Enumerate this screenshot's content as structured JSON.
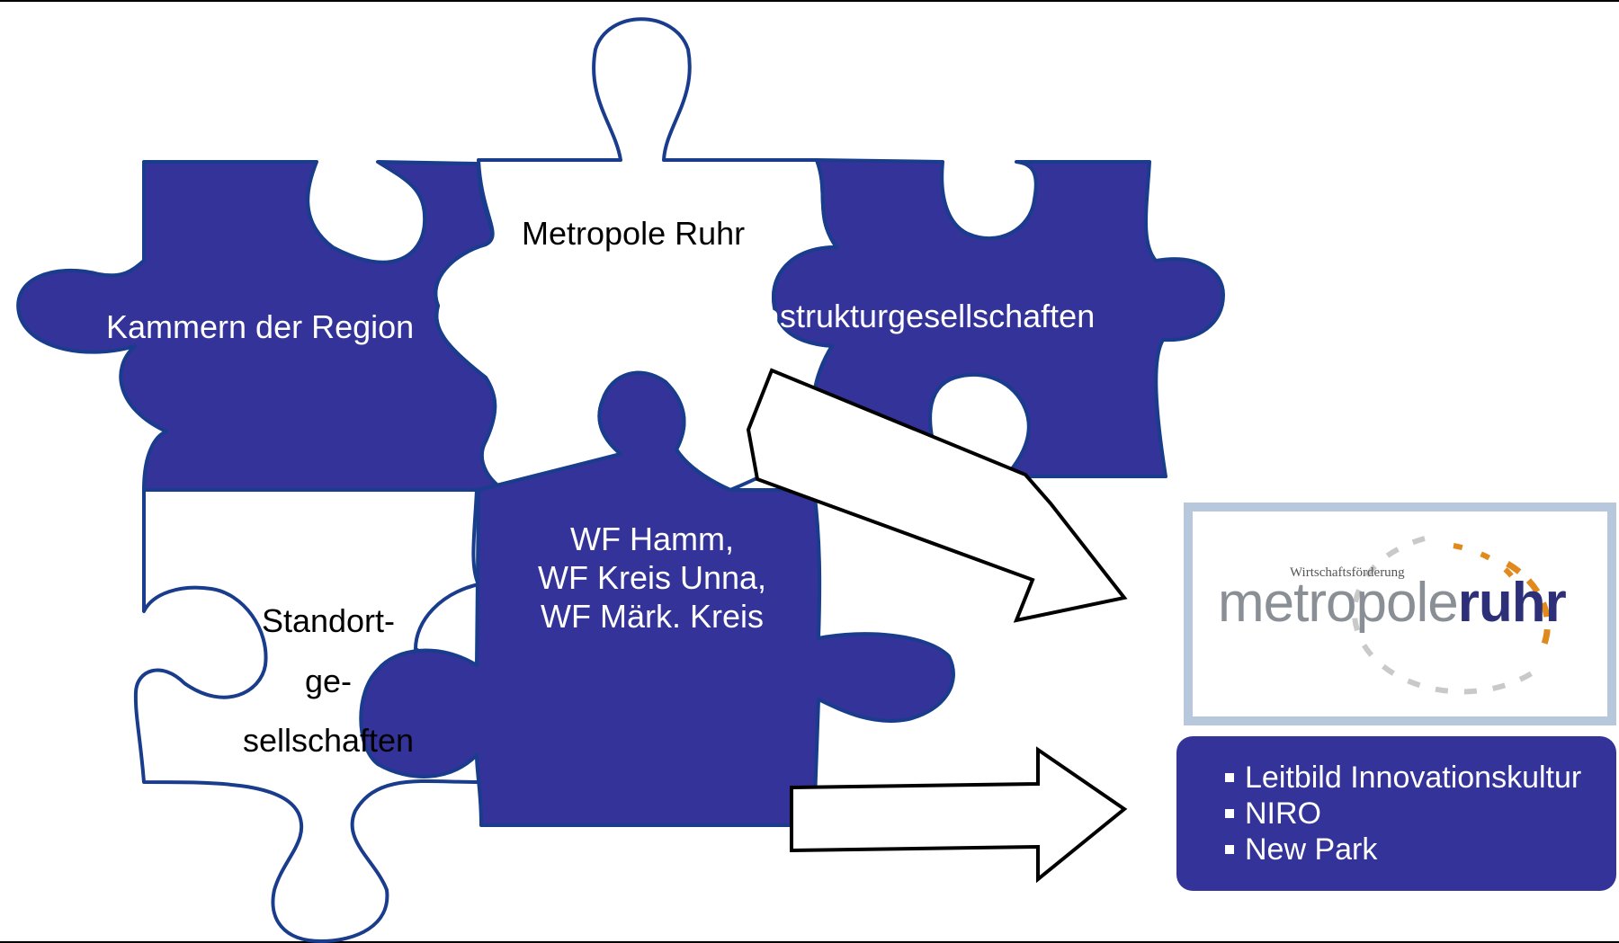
{
  "colors": {
    "piece_fill": "#333399",
    "piece_outline": "#1a3c8c",
    "logo_accent": "#e08a1e"
  },
  "pieces": {
    "metropole": {
      "label": "Metropole Ruhr"
    },
    "kammern": {
      "label": "Kammern der Region"
    },
    "infrastruktur": {
      "label": "Infrastrukturgesellschaften"
    },
    "wf": {
      "lines": [
        "WF Hamm,",
        "WF Kreis Unna,",
        "WF Märk. Kreis"
      ]
    },
    "standort": {
      "lines": [
        "Standort-",
        "ge-",
        "sellschaften"
      ]
    }
  },
  "logo": {
    "caption": "Wirtschaftsförderung",
    "brand_light": "metropole",
    "brand_bold": "ruhr"
  },
  "bullets": [
    "Leitbild Innovationskultur",
    "NIRO",
    "New Park"
  ]
}
